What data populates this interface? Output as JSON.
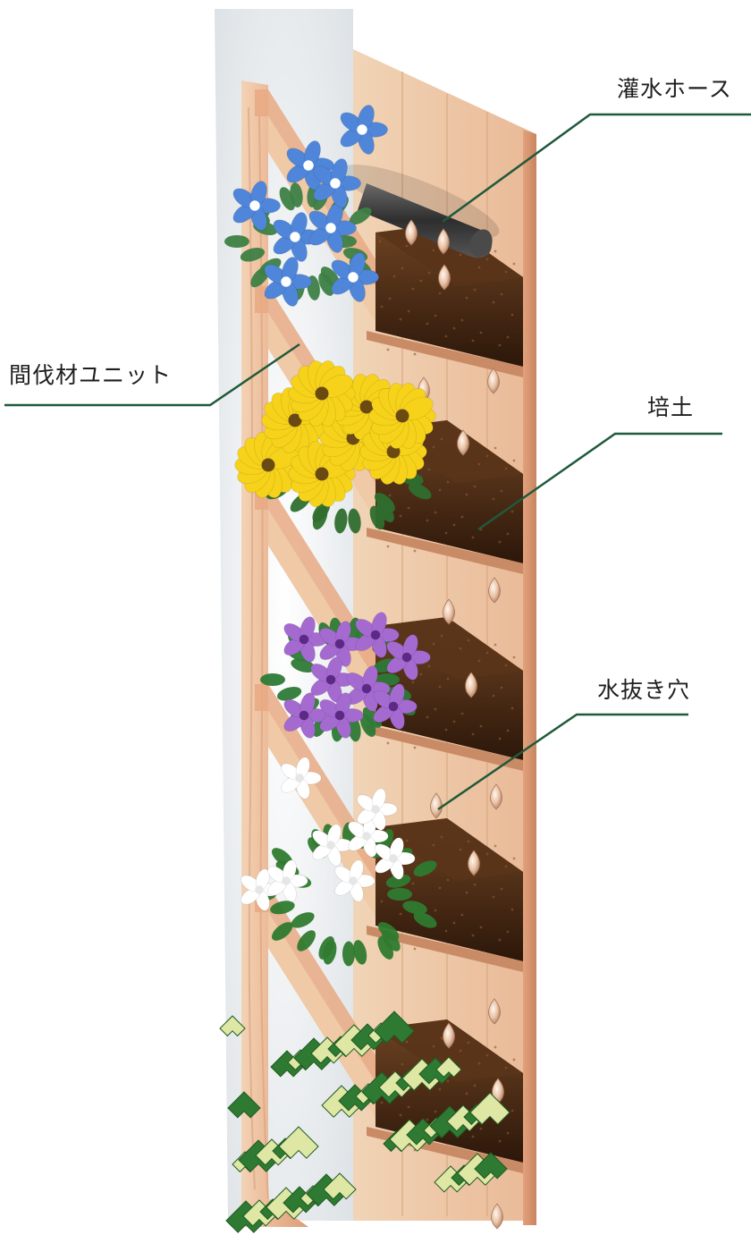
{
  "labels": {
    "irrigation_hose": "灌水ホース",
    "spacer_unit": "間伐材ユニット",
    "soil": "培土",
    "drain_hole": "水抜き穴"
  },
  "colors": {
    "leader_line": "#1f5a3a",
    "wood_light": "#f0c9a6",
    "wood_mid": "#e7a982",
    "wood_dark": "#c98a66",
    "soil": "#5a3418",
    "soil_dark": "#2f1a0b",
    "wall": "#eceff1",
    "hose": "#3f3f3f",
    "flower_blue": "#4f86d9",
    "flower_yellow": "#f6d21a",
    "flower_purple": "#a46ad0",
    "flower_white": "#ffffff",
    "leaf": "#2f7a32",
    "ivy_light": "#dfe7a4"
  },
  "planters": [
    {
      "plant": "blue-flowers"
    },
    {
      "plant": "yellow-daisies"
    },
    {
      "plant": "purple-dianthus"
    },
    {
      "plant": "white-flowers"
    },
    {
      "plant": "ivy"
    }
  ]
}
